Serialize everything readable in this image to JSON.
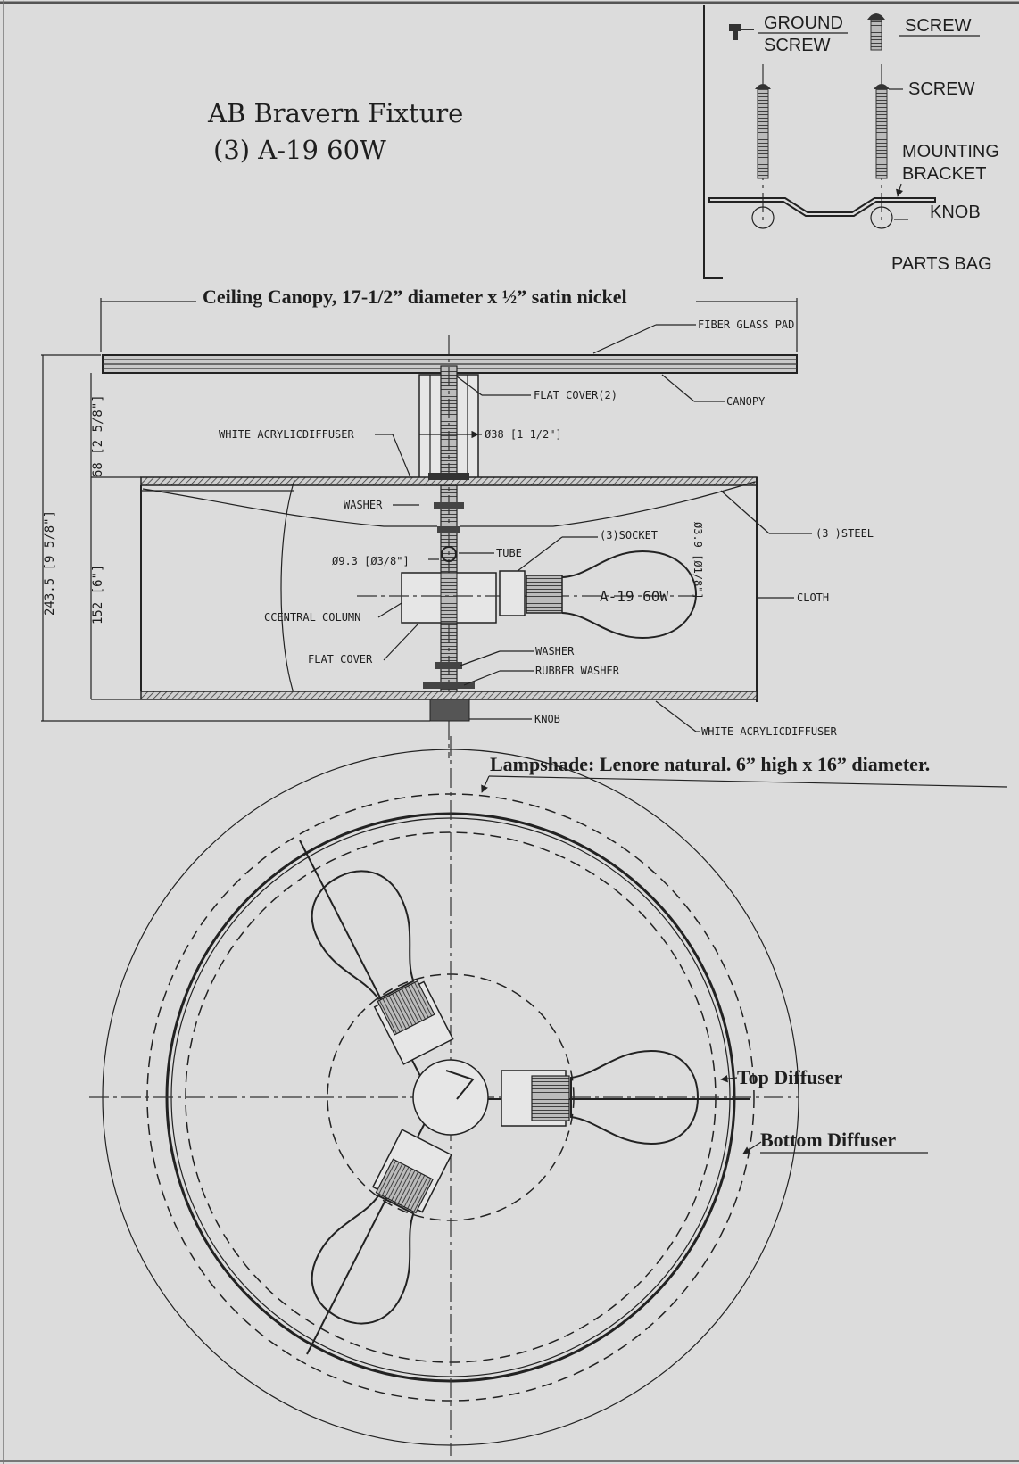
{
  "title": {
    "line1": "AB Bravern Fixture",
    "line2": "(3) A-19  60W"
  },
  "parts_bag": {
    "ground_screw": "GROUND",
    "ground_screw_2": "SCREW",
    "screw_top": "SCREW",
    "screw_mid": "SCREW",
    "mounting_1": "MOUNTING",
    "mounting_2": "BRACKET",
    "knob": "KNOB",
    "caption": "PARTS BAG"
  },
  "side_view": {
    "canopy_heading": "Ceiling Canopy, 17-1/2” diameter x ½” satin nickel",
    "fiber_glass_pad": "FIBER GLASS PAD",
    "flat_cover_2": "FLAT COVER(2)",
    "canopy": "CANOPY",
    "white_acrylic_top": "WHITE ACRYLICDIFFUSER",
    "dia_38": "Ø38 [1 1/2\"]",
    "washer_top": "WASHER",
    "steel": "(3 )STEEL",
    "socket": "(3)SOCKET",
    "dia_39": "Ø3.9 [Ø1/8\"]",
    "dia_93": "Ø9.3 [Ø3/8\"]",
    "tube": "TUBE",
    "bulb": "A-19 60W",
    "cloth": "CLOTH",
    "central_column": "CCENTRAL COLUMN",
    "flat_cover": "FLAT COVER",
    "washer_bottom": "WASHER",
    "rubber_washer": "RUBBER WASHER",
    "knob": "KNOB",
    "white_acrylic_bottom": "WHITE ACRYLICDIFFUSER",
    "dim_total": "243.5 [9 5/8\"]",
    "dim_68": "68 [2 5/8\"]",
    "dim_152": "152 [6\"]"
  },
  "plan_view": {
    "lampshade_heading": "Lampshade: Lenore natural.  6” high x 16” diameter.",
    "top_diffuser": "Top Diffuser",
    "bottom_diffuser": "Bottom Diffuser"
  }
}
